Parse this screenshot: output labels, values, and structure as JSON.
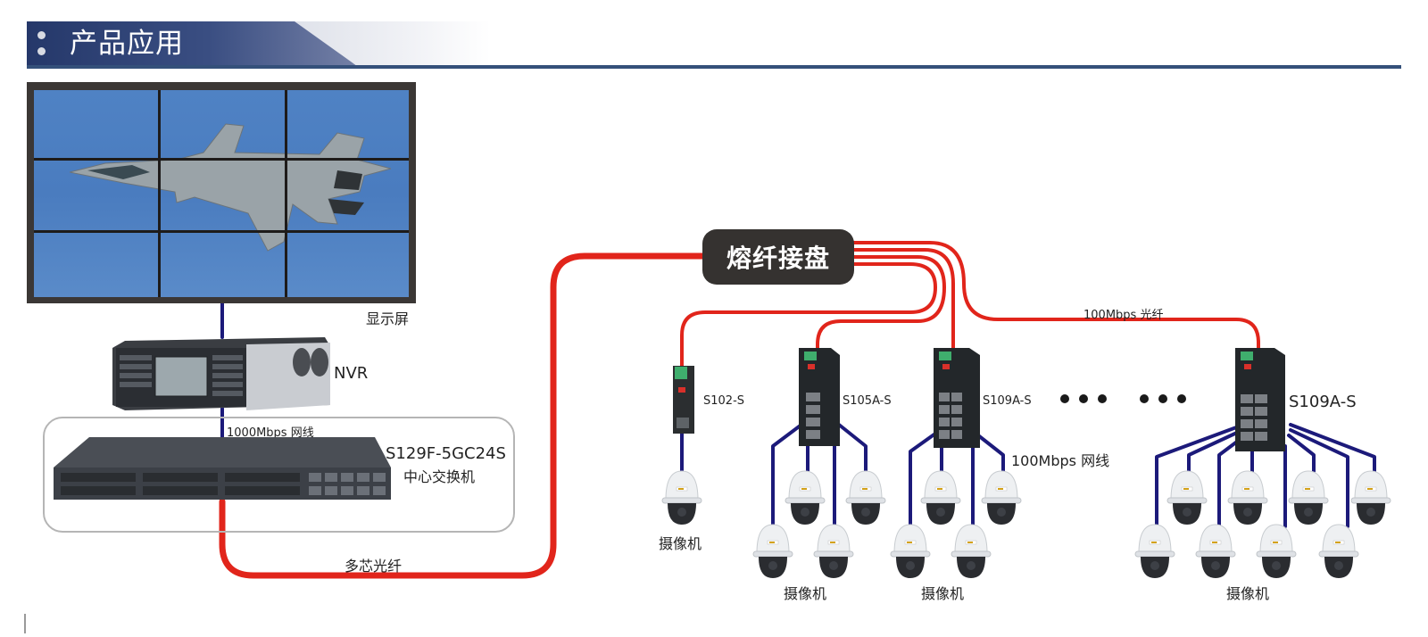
{
  "header": {
    "title": "产品应用"
  },
  "colors": {
    "fiber": "#e1251b",
    "ethernet": "#1c1a7a",
    "header_blue": "#34507a",
    "splice_bg": "#353230"
  },
  "devices": {
    "display": {
      "label": "显示屏"
    },
    "nvr": {
      "label": "NVR"
    },
    "core_switch": {
      "model": "S129F-5GC24S",
      "label": "中心交换机"
    },
    "splice_box": {
      "label": "熔纤接盘"
    },
    "edge_switches": [
      {
        "model": "S102-S"
      },
      {
        "model": "S105A-S"
      },
      {
        "model": "S109A-S"
      },
      {
        "model": "S109A-S"
      }
    ],
    "camera_groups": [
      {
        "label": "摄像机",
        "count": 1
      },
      {
        "label": "摄像机",
        "count": 4
      },
      {
        "label": "摄像机",
        "count": 4
      },
      {
        "label": "摄像机",
        "count": 8
      }
    ]
  },
  "links": {
    "nvr_to_switch": "1000Mbps 网线",
    "multicore_fiber": "多芯光纤",
    "fiber_100": "100Mbps 光纤",
    "ethernet_100": "100Mbps 网线"
  }
}
